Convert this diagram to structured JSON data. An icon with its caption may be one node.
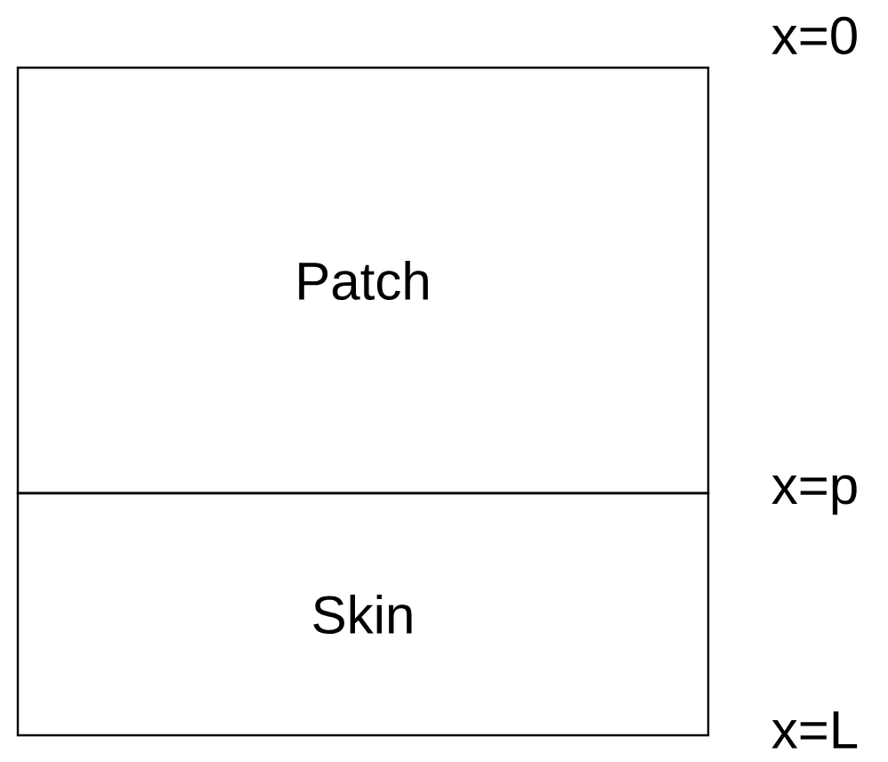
{
  "diagram": {
    "nodes": [
      {
        "text": [
          "Patch"
        ]
      },
      {
        "text": [
          "Skin"
        ]
      }
    ],
    "labels": [
      "x=0",
      "x=p",
      "x=L"
    ]
  }
}
